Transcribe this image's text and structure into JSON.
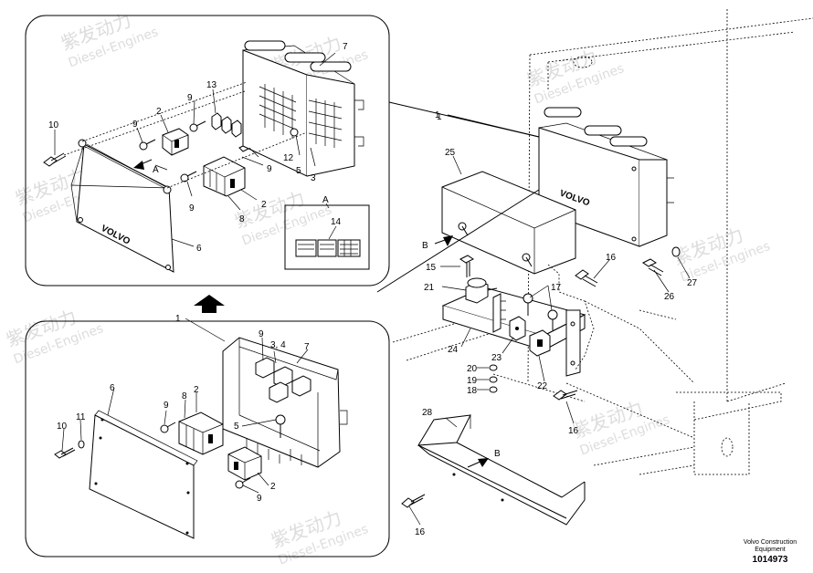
{
  "watermark": {
    "cn": "紫发动力",
    "en": "Diesel-Engines"
  },
  "publisher": {
    "line1": "Volvo Construction",
    "line2": "Equipment"
  },
  "figure_number": "1014973",
  "brand_label": "VOLVO",
  "view_label": "A",
  "callouts_top": [
    "7",
    "1",
    "13",
    "9",
    "10",
    "9",
    "2",
    "A",
    "12",
    "5",
    "3",
    "9",
    "9",
    "2",
    "8",
    "6",
    "A",
    "14"
  ],
  "callouts_bottom": [
    "1",
    "9",
    "3, 4",
    "7",
    "6",
    "9",
    "8",
    "2",
    "10",
    "11",
    "5",
    "2",
    "9"
  ],
  "callouts_main": [
    "1",
    "25",
    "B",
    "15",
    "16",
    "21",
    "17",
    "26",
    "27",
    "24",
    "23",
    "20",
    "19",
    "22",
    "18",
    "28",
    "B",
    "16",
    "16"
  ]
}
